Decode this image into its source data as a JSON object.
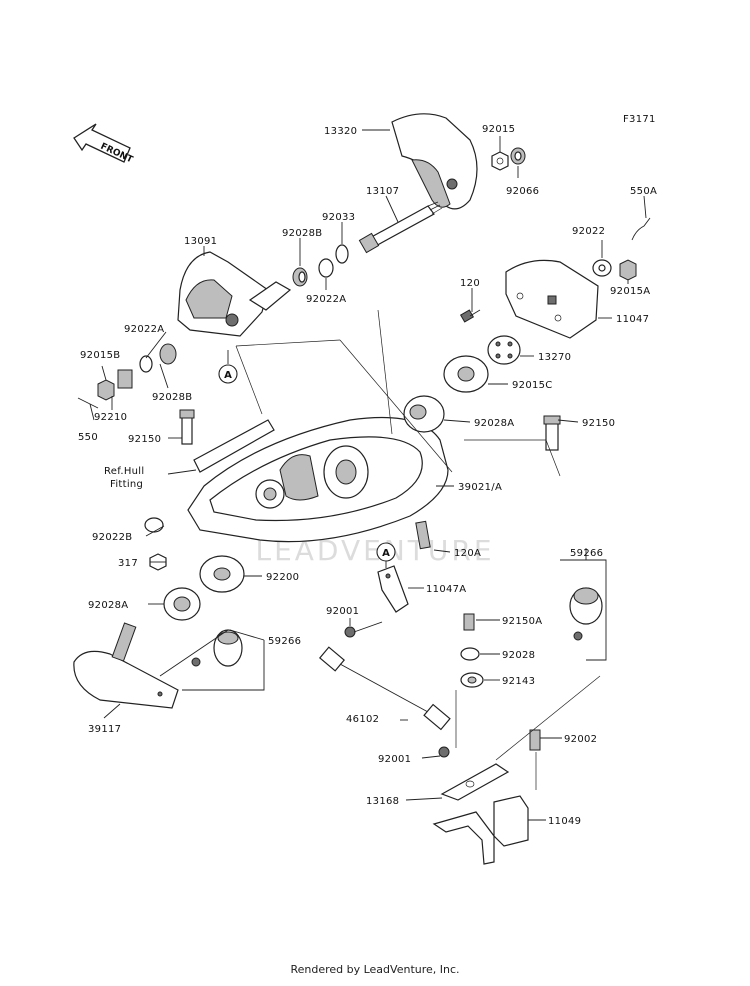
{
  "figure_code": "F3171",
  "front_label": "FRONT",
  "ref_note": [
    "Ref.Hull",
    "Fitting"
  ],
  "callout_letter": "A",
  "watermark": "LEADVENTURE",
  "footer": "Rendered by LeadVenture, Inc.",
  "parts": {
    "p13320": "13320",
    "p92015": "92015",
    "p92066": "92066",
    "p13107": "13107",
    "p92033": "92033",
    "p92028B_top": "92028B",
    "p13091": "13091",
    "p92022A_top": "92022A",
    "p550A": "550A",
    "p92022": "92022",
    "p92015A": "92015A",
    "p11047": "11047",
    "p120": "120",
    "p13270": "13270",
    "p92022A_left": "92022A",
    "p92015B": "92015B",
    "p92028B_left": "92028B",
    "p92210": "92210",
    "p550": "550",
    "p92150_left": "92150",
    "p92015C": "92015C",
    "p92028A_top": "92028A",
    "p92150_right": "92150",
    "p39021A": "39021/A",
    "p92022B": "92022B",
    "p120A": "120A",
    "p317": "317",
    "p92200": "92200",
    "p59266_right": "59266",
    "p11047A": "11047A",
    "p92028A_left": "92028A",
    "p92001_top": "92001",
    "p92150A": "92150A",
    "p59266_left": "59266",
    "p92028": "92028",
    "p92143": "92143",
    "p39117": "39117",
    "p46102": "46102",
    "p92002": "92002",
    "p92001_bottom": "92001",
    "p13168": "13168",
    "p11049": "11049"
  },
  "colors": {
    "line": "#222222",
    "shade": "#bdbdbd",
    "dark": "#6e6e6e",
    "watermark": "#d9d9d9"
  }
}
